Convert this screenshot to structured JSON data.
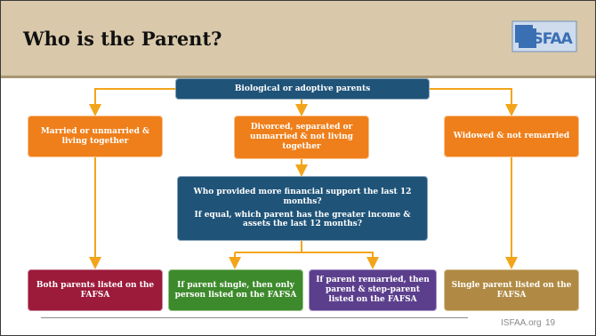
{
  "slide": {
    "title": "Who is the Parent?",
    "logo_text": "ISFAA"
  },
  "diagram": {
    "root": "Biological or adoptive parents",
    "branch_married": "Married or unmarried & living together",
    "branch_divorced": "Divorced, separated or unmarried & not living together",
    "branch_widowed": "Widowed & not remarried",
    "question_line1": "Who provided more financial support the last 12 months?",
    "question_line2": "If equal, which parent has the greater income & assets the last 12 months?",
    "outcome_both": "Both parents listed on the FAFSA",
    "outcome_single_only": "If parent single, then only person listed on the FAFSA",
    "outcome_remarried": "If parent remarried, then parent & step-parent listed on the FAFSA",
    "outcome_single_parent": "Single parent  listed on the FAFSA"
  },
  "footer": {
    "site": "ISFAA.org",
    "page": "19"
  },
  "colors": {
    "connector": "#f2a51a",
    "header_bg": "#d9c9aa",
    "blue_box": "#1f5378",
    "orange_box": "#ef7f1a",
    "maroon_box": "#9c1a3a",
    "green_box": "#3d8a2c",
    "purple_box": "#5b3f8c",
    "tan_box": "#b08a44"
  }
}
